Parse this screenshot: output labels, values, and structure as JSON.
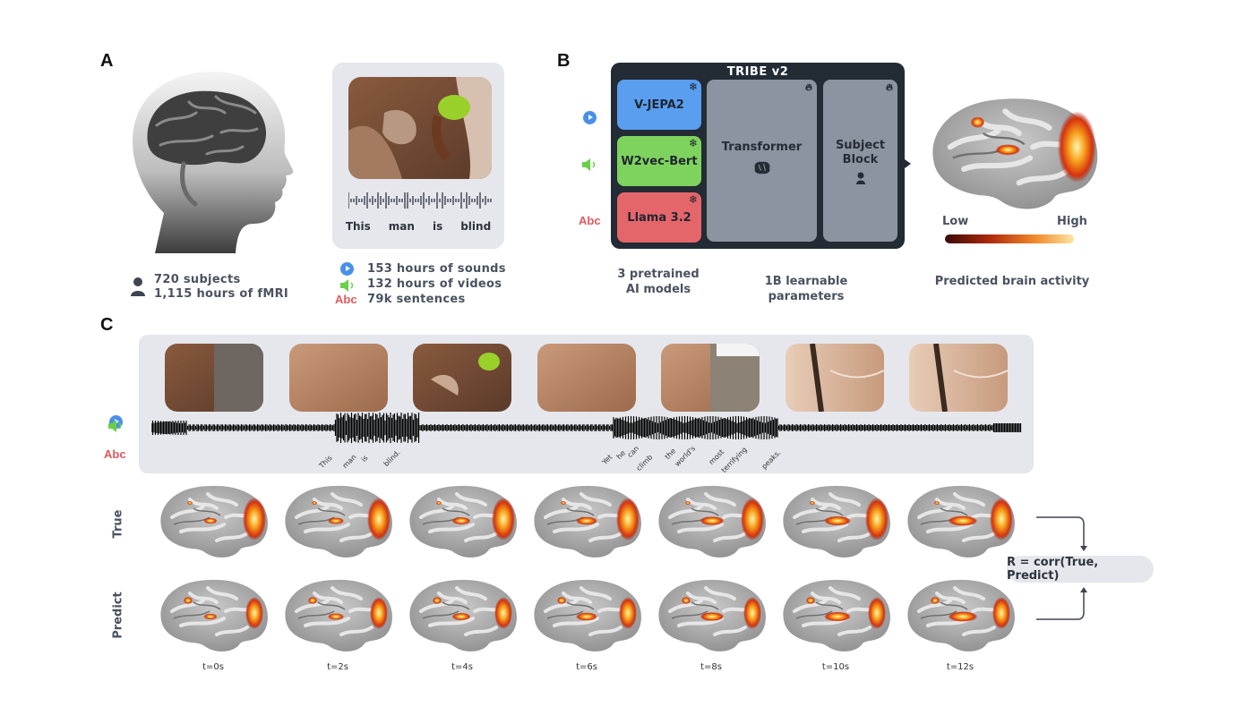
{
  "panel_a": {
    "letter": "A",
    "subjects": "720 subjects",
    "fmri_hours": "1,115 hours of fMRI",
    "transcript_words": [
      "This",
      "man",
      "is",
      "blind"
    ],
    "stats": [
      {
        "icon": "play-icon",
        "text": "153 hours of sounds"
      },
      {
        "icon": "speaker-icon",
        "text": "132 hours of videos"
      },
      {
        "icon": "abc-text-icon",
        "text": "79k sentences"
      }
    ],
    "abc_label": "Abc"
  },
  "panel_b": {
    "letter": "B",
    "model_title": "TRIBE v2",
    "encoders": [
      {
        "name": "V-JEPA2",
        "color": "#5a9ef0",
        "modality": "video"
      },
      {
        "name": "W2vec-Bert",
        "color": "#7ed35e",
        "modality": "audio"
      },
      {
        "name": "Llama 3.2",
        "color": "#e5666a",
        "modality": "text"
      }
    ],
    "transformer_label": "Transformer",
    "subject_block_label_1": "Subject",
    "subject_block_label_2": "Block",
    "abc_label": "Abc",
    "caption_pretrained_1": "3 pretrained",
    "caption_pretrained_2": "AI models",
    "caption_learnable": "1B learnable parameters",
    "caption_output": "Predicted brain activity",
    "colorbar_low": "Low",
    "colorbar_high": "High"
  },
  "panel_c": {
    "letter": "C",
    "abc_label": "Abc",
    "words_first": [
      "This",
      "man",
      "is",
      "blind."
    ],
    "words_second": [
      "Yet",
      "he",
      "can",
      "climb",
      "the",
      "world's",
      "most",
      "terrifying",
      "peaks."
    ],
    "row_true": "True",
    "row_predict": "Predict",
    "timepoints": [
      "t=0s",
      "t=2s",
      "t=4s",
      "t=6s",
      "t=8s",
      "t=10s",
      "t=12s"
    ],
    "correlation": "R = corr(True, Predict)"
  }
}
